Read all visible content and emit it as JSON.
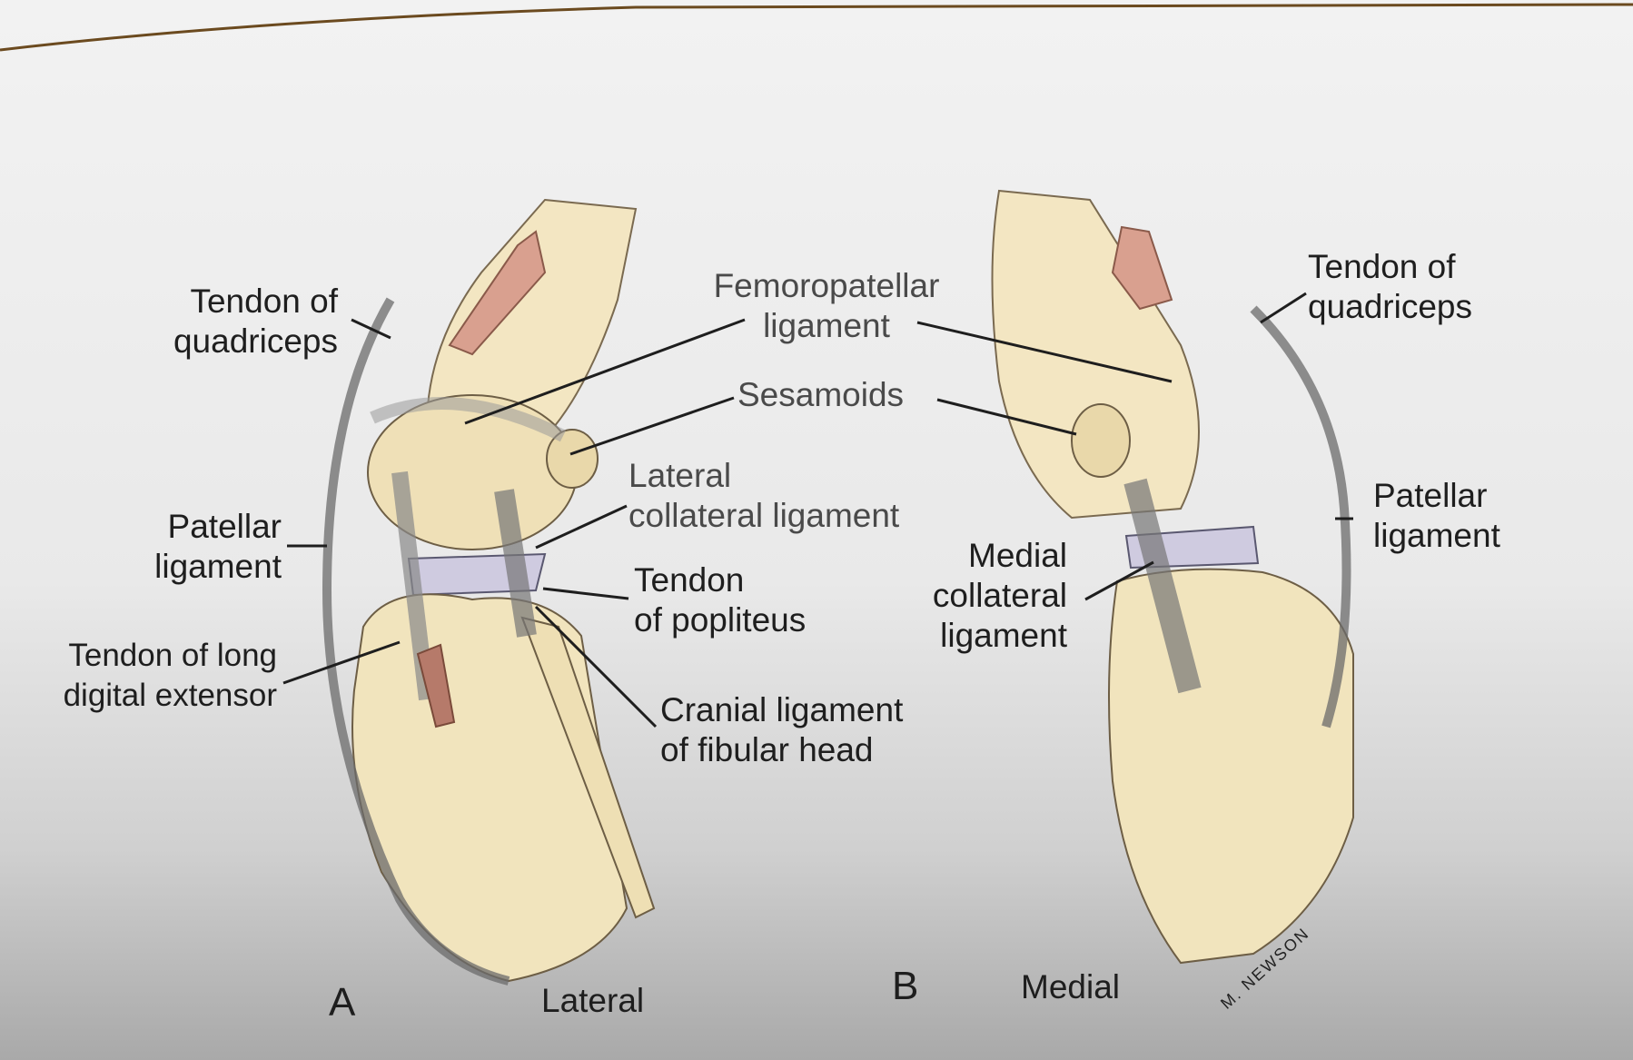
{
  "figure": {
    "panel_a": {
      "letter": "A",
      "view": "Lateral",
      "labels": {
        "tendon_quadriceps": [
          "Tendon of",
          "quadriceps"
        ],
        "femoropatellar": [
          "Femoropatellar",
          "ligament"
        ],
        "sesamoids": "Sesamoids",
        "lateral_collateral": [
          "Lateral",
          "collateral ligament"
        ],
        "patellar": [
          "Patellar",
          "ligament"
        ],
        "tendon_popliteus": [
          "Tendon",
          "of popliteus"
        ],
        "long_digital_extensor": [
          "Tendon of long",
          "digital extensor"
        ],
        "cranial_fibular": [
          "Cranial ligament",
          "of fibular head"
        ]
      }
    },
    "panel_b": {
      "letter": "B",
      "view": "Medial",
      "labels": {
        "tendon_quadriceps": [
          "Tendon of",
          "quadriceps"
        ],
        "patellar": [
          "Patellar",
          "ligament"
        ],
        "medial_collateral": [
          "Medial",
          "collateral",
          "ligament"
        ]
      }
    },
    "artist_signature": "M. NEWSON"
  }
}
